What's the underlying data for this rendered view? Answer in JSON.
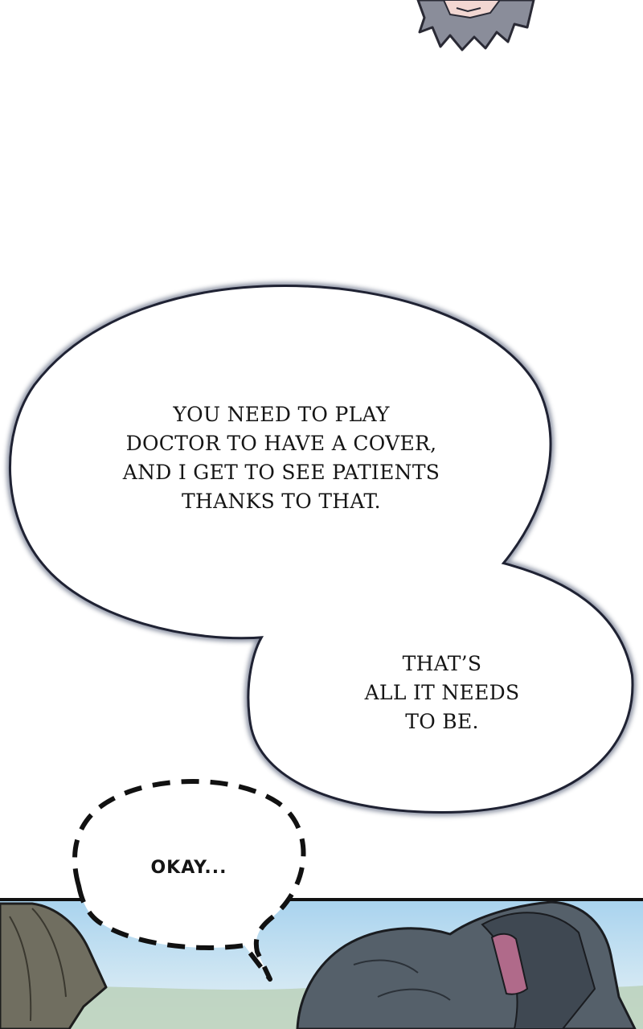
{
  "bubbles": {
    "main": "YOU NEED TO PLAY\nDOCTOR TO HAVE A COVER,\nAND I GET TO SEE PATIENTS\nTHANKS TO THAT.",
    "secondary": "THAT’S\nALL IT NEEDS\nTO BE.",
    "dashed": "OKAY..."
  }
}
